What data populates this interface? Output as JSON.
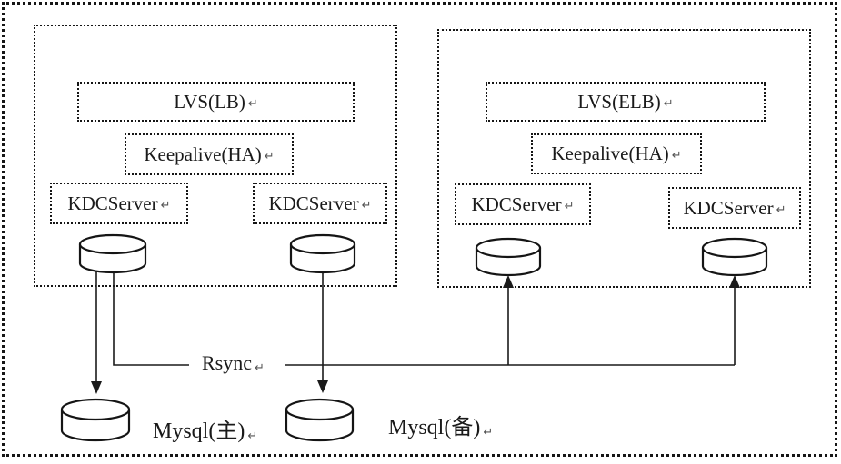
{
  "clusters": [
    {
      "side": "left",
      "lvs_label": "LVS(LB)",
      "keepalive_label": "Keepalive(HA)",
      "kdc_labels": [
        "KDCServer",
        "KDCServer"
      ]
    },
    {
      "side": "right",
      "lvs_label": "LVS(ELB)",
      "keepalive_label": "Keepalive(HA)",
      "kdc_labels": [
        "KDCServer",
        "KDCServer"
      ]
    }
  ],
  "connections": {
    "rsync_label": "Rsync",
    "mysql_master_label": "Mysql(主)",
    "mysql_backup_label": "Mysql(备)"
  },
  "marks": {
    "return_mark": "↵"
  },
  "colors": {
    "line": "#1a1a1a",
    "background": "#ffffff"
  }
}
